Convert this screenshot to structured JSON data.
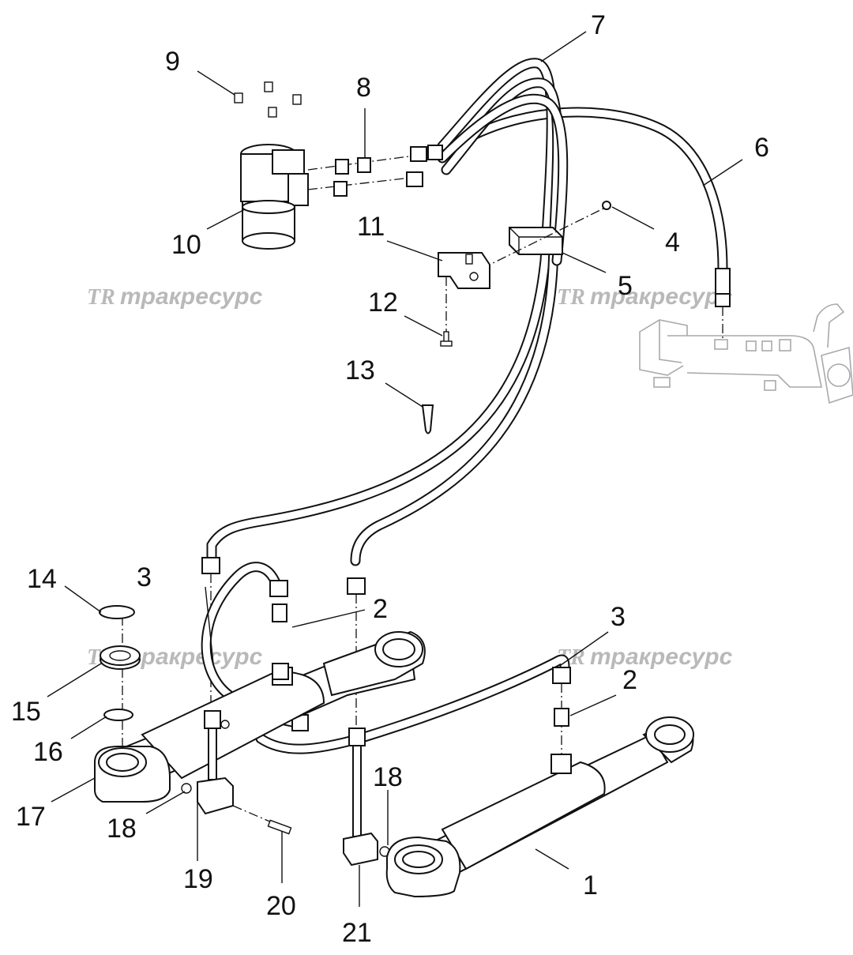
{
  "diagram": {
    "callouts": [
      "1",
      "2",
      "2",
      "3",
      "3",
      "4",
      "5",
      "6",
      "7",
      "8",
      "9",
      "10",
      "11",
      "12",
      "13",
      "14",
      "15",
      "16",
      "17",
      "18",
      "18",
      "19",
      "20",
      "21"
    ]
  },
  "watermark": {
    "logo": "TR",
    "text": "тракресурс"
  },
  "colors": {
    "line": "#111111",
    "watermark": "#b9b9b9",
    "ghost": "#a9a9a9",
    "background": "#ffffff"
  }
}
